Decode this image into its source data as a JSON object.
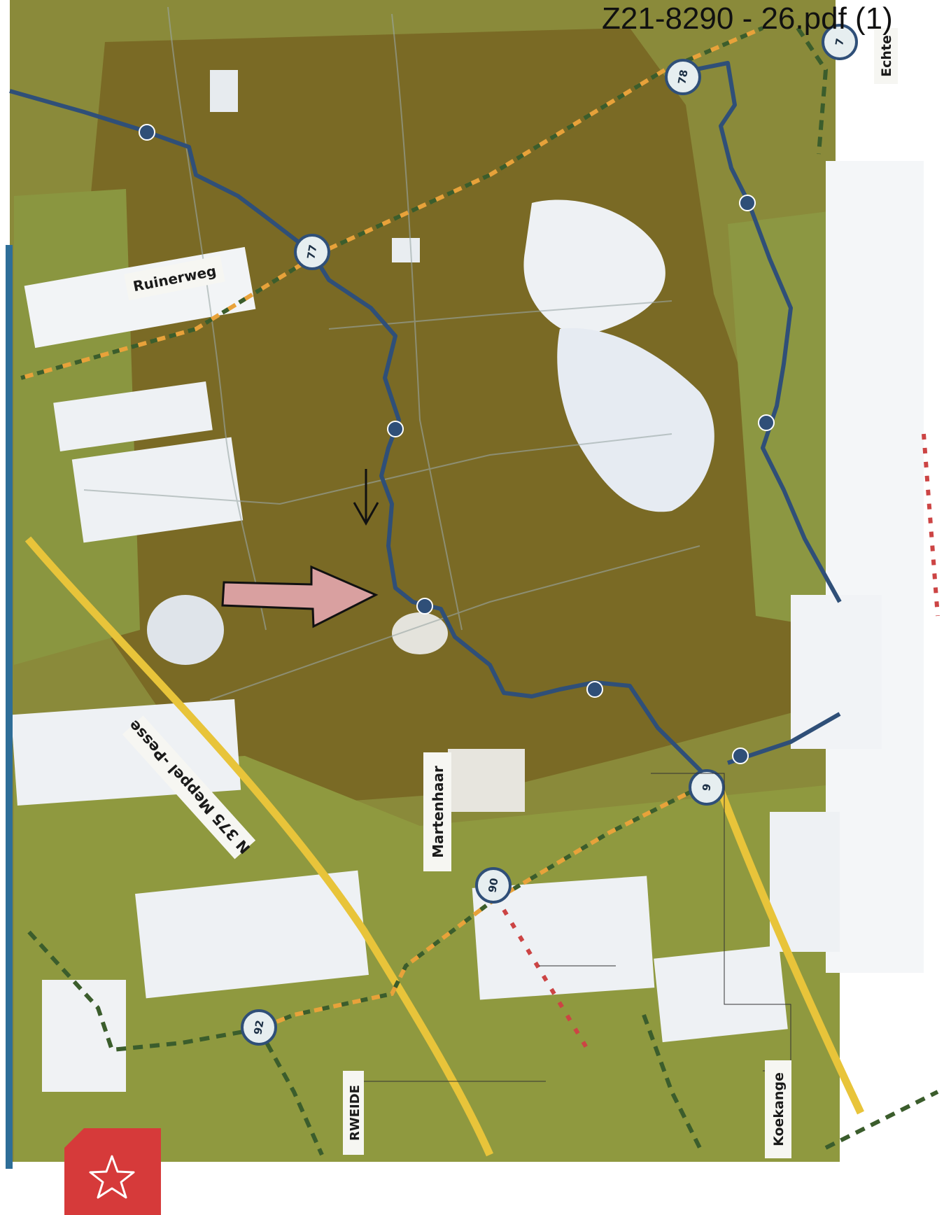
{
  "document": {
    "title": "Z21-8290 - 26.pdf (1)"
  },
  "colors": {
    "land_dark": "#7a6a25",
    "land_olive": "#8f8e3a",
    "land_green": "#8c9a42",
    "water_white": "#eef1f4",
    "route_blue": "#2f4f78",
    "main_road": "#e8c43a",
    "dashed_route_green": "#3b5d2c",
    "dashed_route_orange": "#e8a23a",
    "pointer_arrow": "#d9a0a0",
    "left_bar": "#2e6e98",
    "badge_red": "#d63a3a"
  },
  "labels": {
    "ruinerweg": "Ruinerweg",
    "n375": "N 375 Meppel -Pesse",
    "martenhaar": "Martenhaar",
    "koekange": "Koekange",
    "echten": "Echte",
    "erweide": "RWEIDE"
  },
  "junctions": {
    "n77": "77",
    "n78": "78",
    "n79": "7",
    "n9": "9",
    "n90": "90",
    "n92": "92"
  },
  "icons": {
    "badge": "star-icon",
    "pointer": "pointer-arrow-icon",
    "direction": "down-arrow-icon"
  }
}
